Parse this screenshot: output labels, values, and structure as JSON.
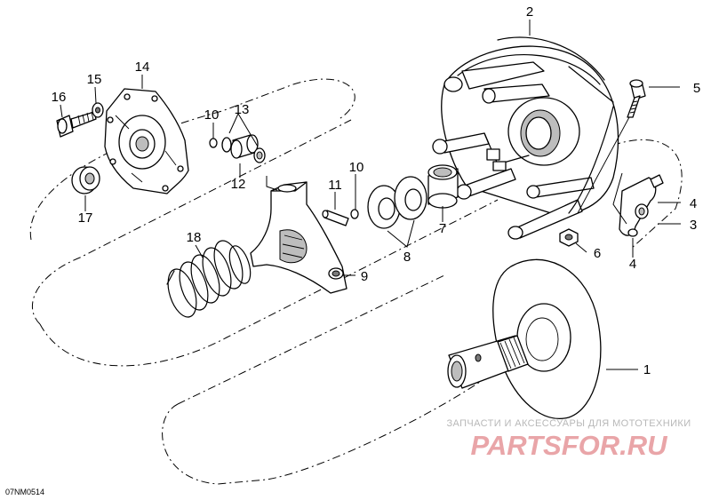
{
  "diagram": {
    "drawing_code": "07NM0514",
    "callouts": [
      "1",
      "2",
      "3",
      "4",
      "4",
      "5",
      "6",
      "7",
      "8",
      "9",
      "10",
      "10",
      "11",
      "12",
      "13",
      "14",
      "15",
      "16",
      "17",
      "18"
    ]
  },
  "watermark": {
    "subtitle": "ЗАПЧАСТИ И АКСЕССУАРЫ ДЛЯ МОТОТЕХНИКИ",
    "brand": "PARTSFOR.RU",
    "color": "#e9a5a8"
  }
}
